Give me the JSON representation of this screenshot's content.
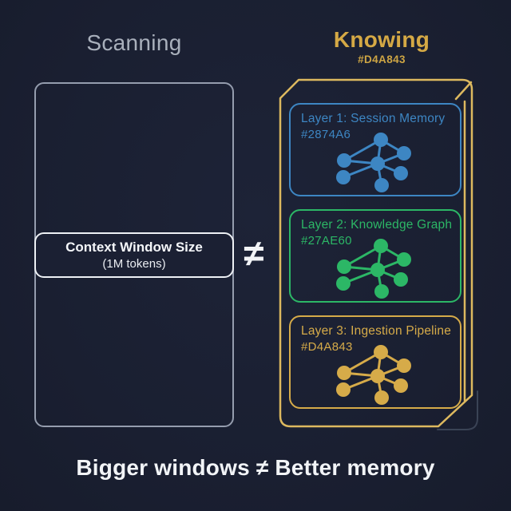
{
  "header": {
    "left_title": "Scanning",
    "right_title": "Knowing",
    "right_title_hex": "#D4A843"
  },
  "left_panel": {
    "label_title": "Context Window Size",
    "label_subtitle": "(1M tokens)"
  },
  "comparison_symbol": "≠",
  "right_panel": {
    "layers": [
      {
        "title": "Layer 1: Session Memory",
        "hex_label": "#2874A6",
        "accent_color": "#3d86c3"
      },
      {
        "title": "Layer 2: Knowledge Graph",
        "hex_label": "#27AE60",
        "accent_color": "#2cb766"
      },
      {
        "title": "Layer 3: Ingestion Pipeline",
        "hex_label": "#D4A843",
        "accent_color": "#d6ab49"
      }
    ],
    "outline_color": "#ddb95f"
  },
  "caption": "Bigger windows ≠ Better memory",
  "colors": {
    "background": "#1b2034",
    "scanning_title": "#a9b0bc",
    "knowing_title": "#d4a843",
    "panel_border": "#959dae",
    "label_box_border": "#eef1f5",
    "text_white": "#f2f4f7"
  }
}
